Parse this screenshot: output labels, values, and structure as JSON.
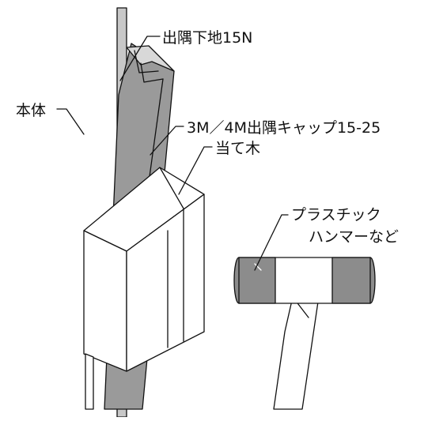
{
  "labels": {
    "corner_base": "出隅下地15N",
    "main_body": "本体",
    "corner_cap": "3M／4M出隅キャップ15-25",
    "wood_block": "当て木",
    "hammer_line1": "プラスチック",
    "hammer_line2": "ハンマーなど"
  },
  "colors": {
    "gray": "#9a9a9a",
    "dark_gray": "#8c8c8c",
    "line": "#111111",
    "background": "#ffffff"
  }
}
